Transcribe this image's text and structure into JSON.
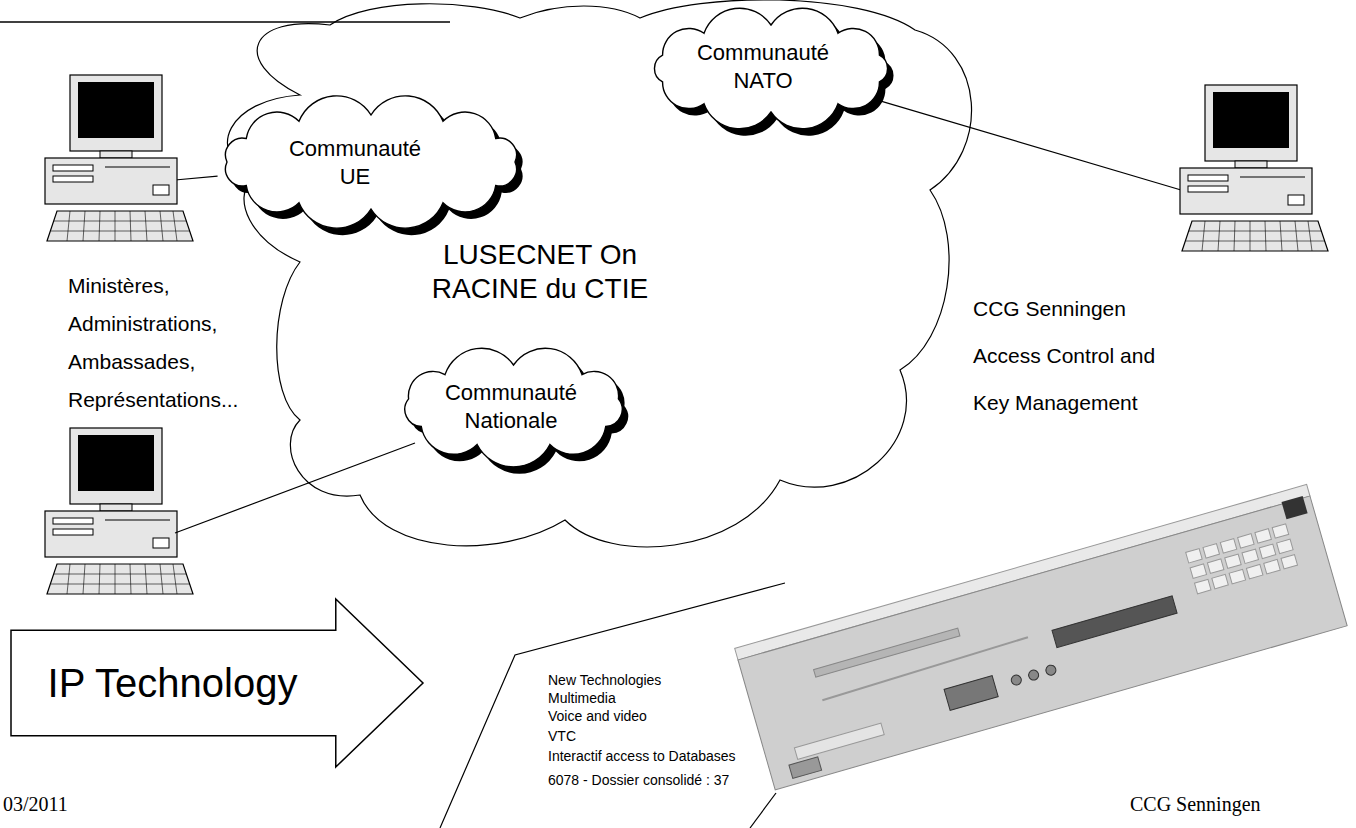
{
  "diagram": {
    "nodes": [
      {
        "text": [
          "Ministères, Administrations, Ambassades, Représentations..."
        ]
      },
      {
        "text": [
          "LUSECNET On RACINE du CTIE"
        ]
      },
      {
        "text": [
          "Communauté UE"
        ],
        "in": 1
      },
      {
        "text": [
          "Communauté NATO"
        ],
        "in": 1
      },
      {
        "text": [
          "Communauté Nationale"
        ],
        "in": 1
      },
      {
        "text": [
          "CCG Senningen Access Control and Key Management"
        ]
      },
      {
        "text": [
          "IP Technology"
        ]
      }
    ],
    "edges": [
      {
        "from": 0,
        "to": 2,
        "arrow": "none"
      },
      {
        "from": 5,
        "to": 3,
        "arrow": "none"
      }
    ],
    "labels": [
      "New Technologies",
      "Multimedia",
      "Voice and video",
      "VTC",
      "Interactif access to Databases",
      "6078 - Dossier consolidé : 37",
      "03/2011",
      "CCG Senningen"
    ]
  }
}
